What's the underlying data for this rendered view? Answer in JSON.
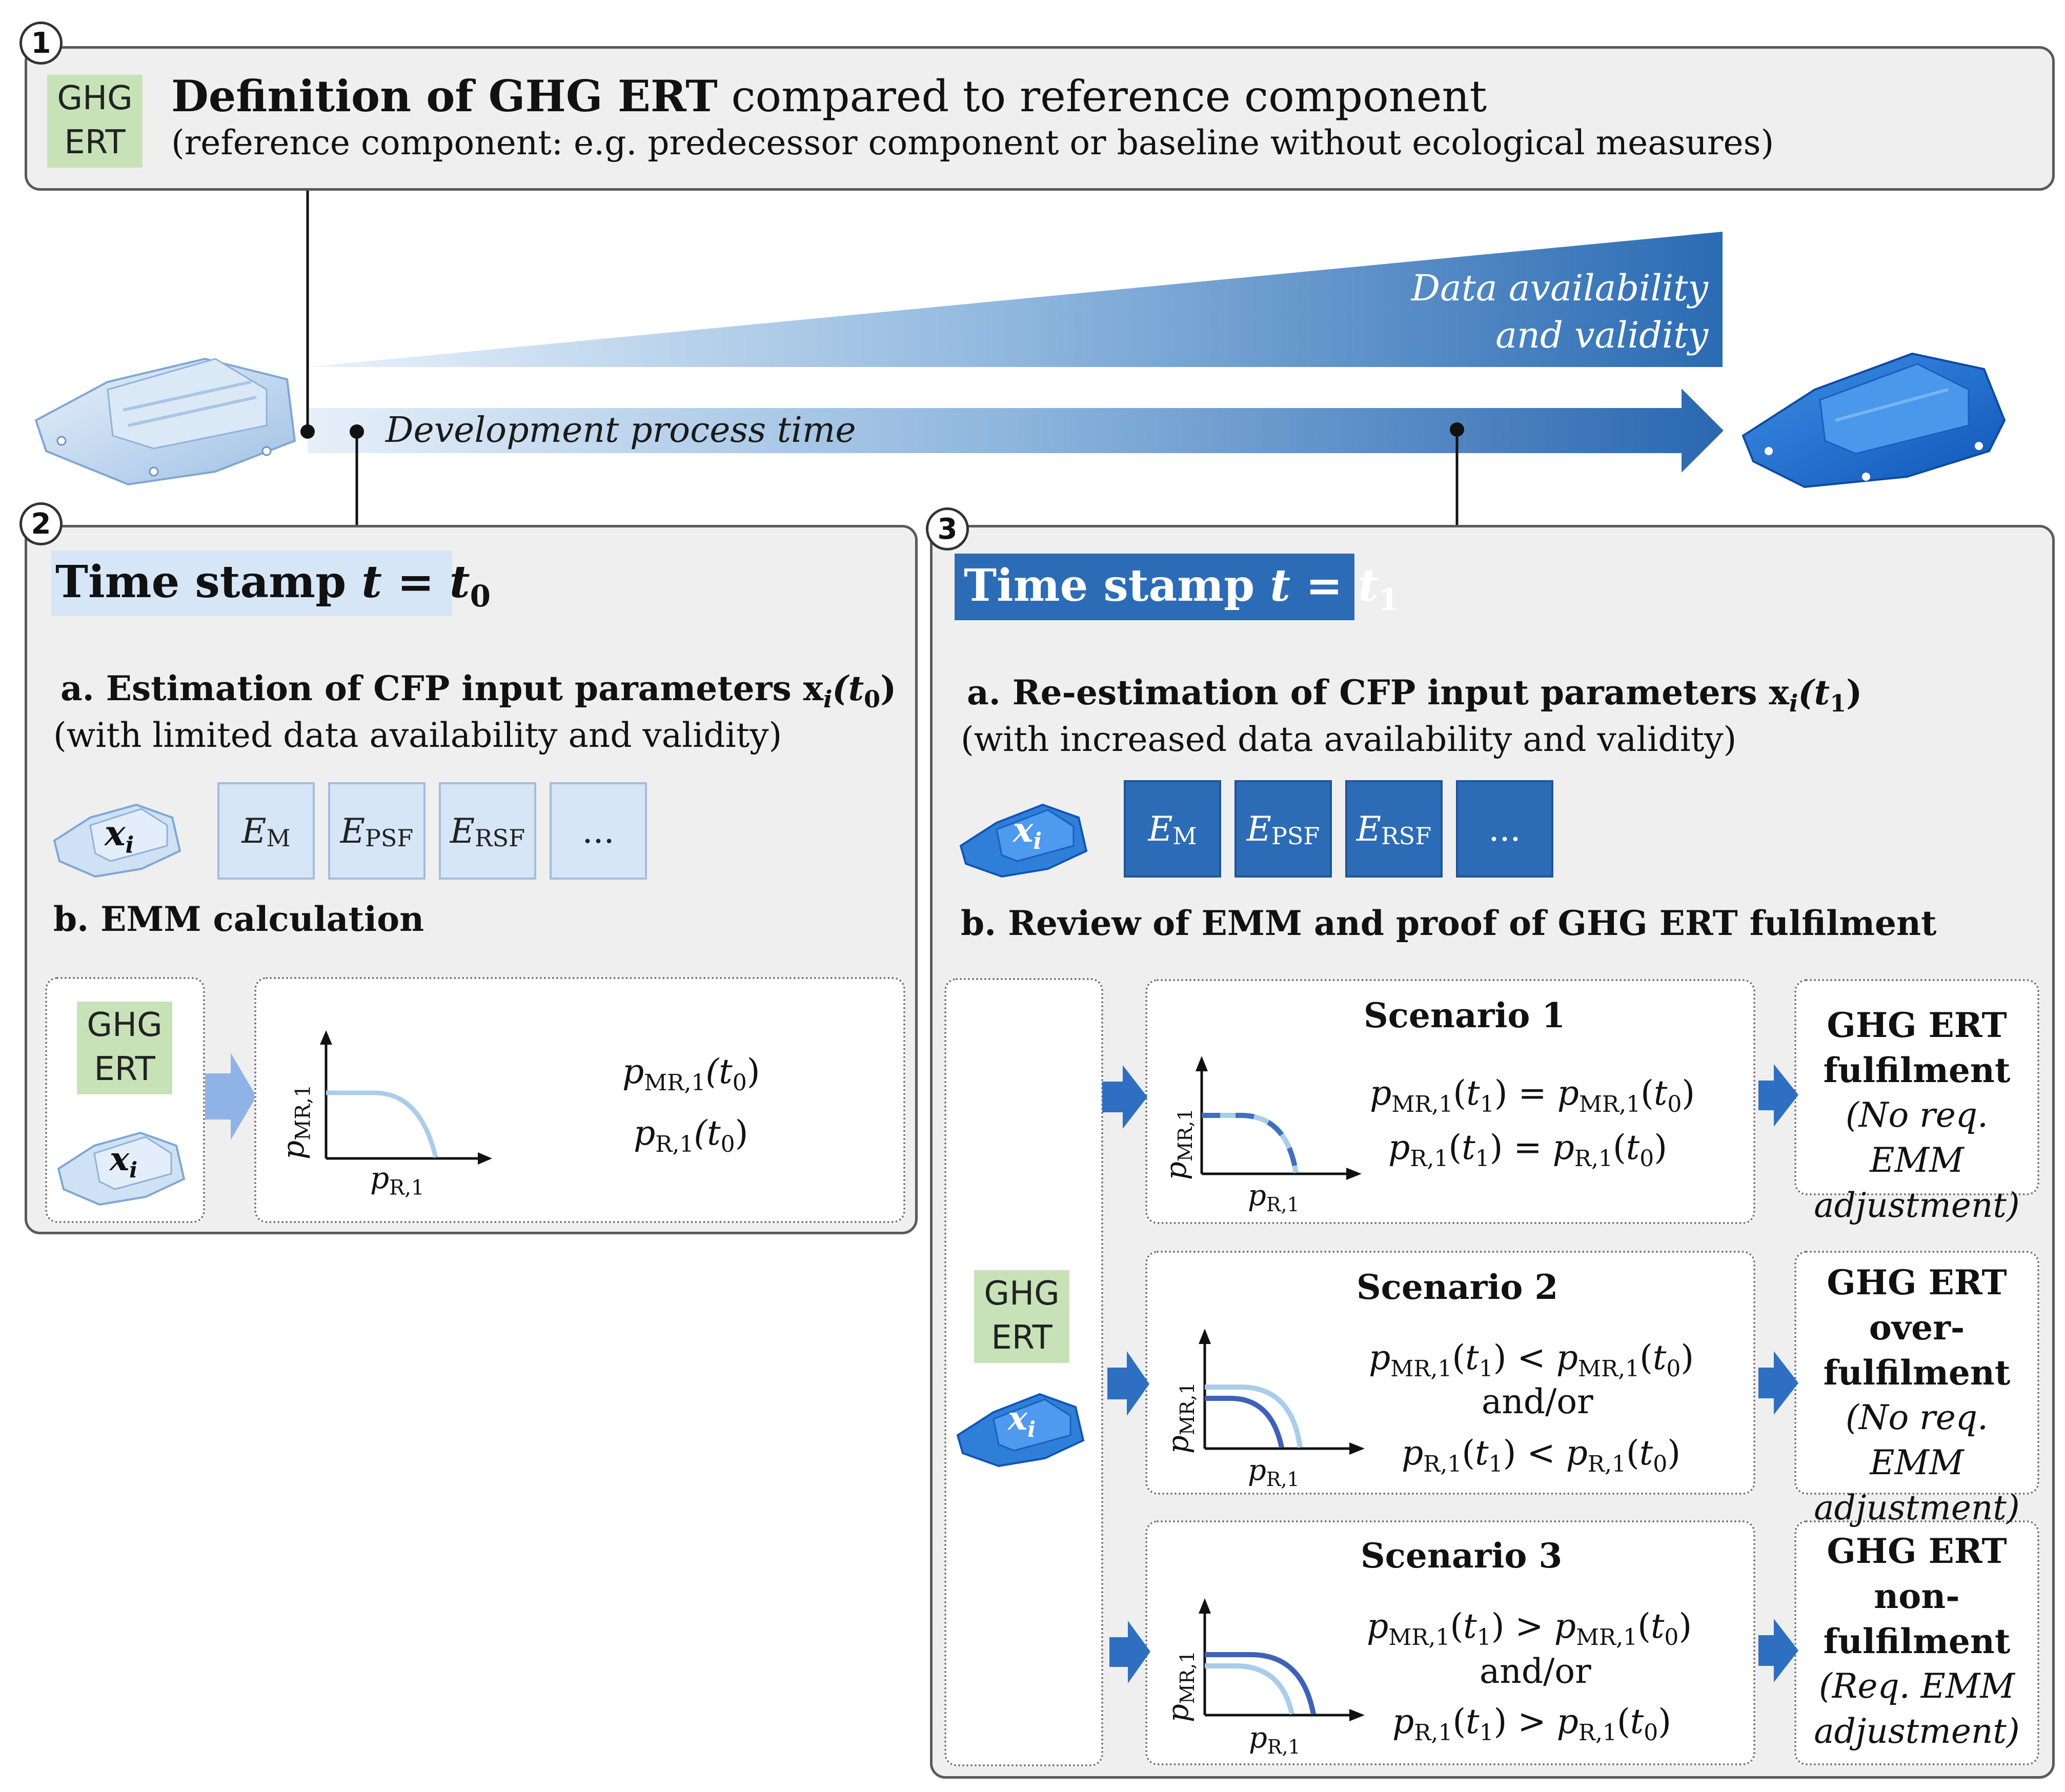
{
  "section1": {
    "number": "1",
    "badge": [
      "GHG",
      "ERT"
    ],
    "title_bold": "Definition of GHG ERT",
    "title_rest": " compared to reference component",
    "subtitle": "(reference component: e.g. predecessor component or baseline without ecological measures)"
  },
  "timeline": {
    "data_label_1": "Data availability",
    "data_label_2": "and validity",
    "process_label": "Development process time"
  },
  "section2": {
    "number": "2",
    "timestamp_text": "Time stamp ",
    "timestamp_math": "t = t",
    "timestamp_sub": "0",
    "a_title": "a. Estimation of CFP input parameters x",
    "a_title_sub": "i",
    "a_title_arg": "(t",
    "a_title_arg_sub": "0",
    "a_title_close": ")",
    "a_note": "(with limited data availability and validity)",
    "xi_label": "x",
    "xi_sub": "i",
    "e_boxes": [
      {
        "main": "E",
        "sub": "M"
      },
      {
        "main": "E",
        "sub": "PSF"
      },
      {
        "main": "E",
        "sub": "RSF"
      },
      {
        "main": "...",
        "sub": ""
      }
    ],
    "b_title": "b. EMM calculation",
    "badge": [
      "GHG",
      "ERT"
    ],
    "y_axis": "p",
    "y_axis_sub": "MR,1",
    "x_axis": "p",
    "x_axis_sub": "R,1",
    "formula_1": "p",
    "formula_1_sub": "MR,1",
    "formula_1_arg": "(t",
    "formula_1_arg_sub": "0",
    "formula_2": "p",
    "formula_2_sub": "R,1",
    "formula_2_arg": "(t",
    "formula_2_arg_sub": "0"
  },
  "section3": {
    "number": "3",
    "timestamp_text": "Time stamp ",
    "timestamp_math": "t = t",
    "timestamp_sub": "1",
    "a_title": "a. Re-estimation of CFP input parameters x",
    "a_title_sub": "i",
    "a_title_arg": "(t",
    "a_title_arg_sub": "1",
    "a_title_close": ")",
    "a_note": "(with increased data availability and validity)",
    "xi_label": "x",
    "xi_sub": "i",
    "e_boxes": [
      {
        "main": "E",
        "sub": "M"
      },
      {
        "main": "E",
        "sub": "PSF"
      },
      {
        "main": "E",
        "sub": "RSF"
      },
      {
        "main": "...",
        "sub": ""
      }
    ],
    "b_title": "b. Review of EMM and proof of GHG ERT fulfilment",
    "badge": [
      "GHG",
      "ERT"
    ],
    "scenarios": [
      {
        "title": "Scenario 1",
        "line1": "p_MR,1(t_1) = p_MR,1(t_0)",
        "line2": "",
        "line3": "p_R,1(t_1) = p_R,1(t_0)",
        "result_bold": [
          "GHG ERT",
          "fulfilment"
        ],
        "result_italic": [
          "(No req. EMM",
          "adjustment)"
        ]
      },
      {
        "title": "Scenario 2",
        "line1": "p_MR,1(t_1) < p_MR,1(t_0)",
        "line2": "and/or",
        "line3": "p_R,1(t_1) < p_R,1(t_0)",
        "result_bold": [
          "GHG ERT",
          "over-",
          "fulfilment"
        ],
        "result_italic": [
          "(No req. EMM",
          "adjustment)"
        ]
      },
      {
        "title": "Scenario 3",
        "line1": "p_MR,1(t_1) > p_MR,1(t_0)",
        "line2": "and/or",
        "line3": "p_R,1(t_1) > p_R,1(t_0)",
        "result_bold": [
          "GHG ERT",
          "non-",
          "fulfilment"
        ],
        "result_italic": [
          "(Req. EMM",
          "adjustment)"
        ]
      }
    ]
  },
  "colors": {
    "ghg_green": "#c8e2b8",
    "light_blue": "#d6e6f6",
    "dark_blue": "#2c6cb6",
    "curve_light": "#a9cdea",
    "curve_dark": "#3f62b8"
  }
}
